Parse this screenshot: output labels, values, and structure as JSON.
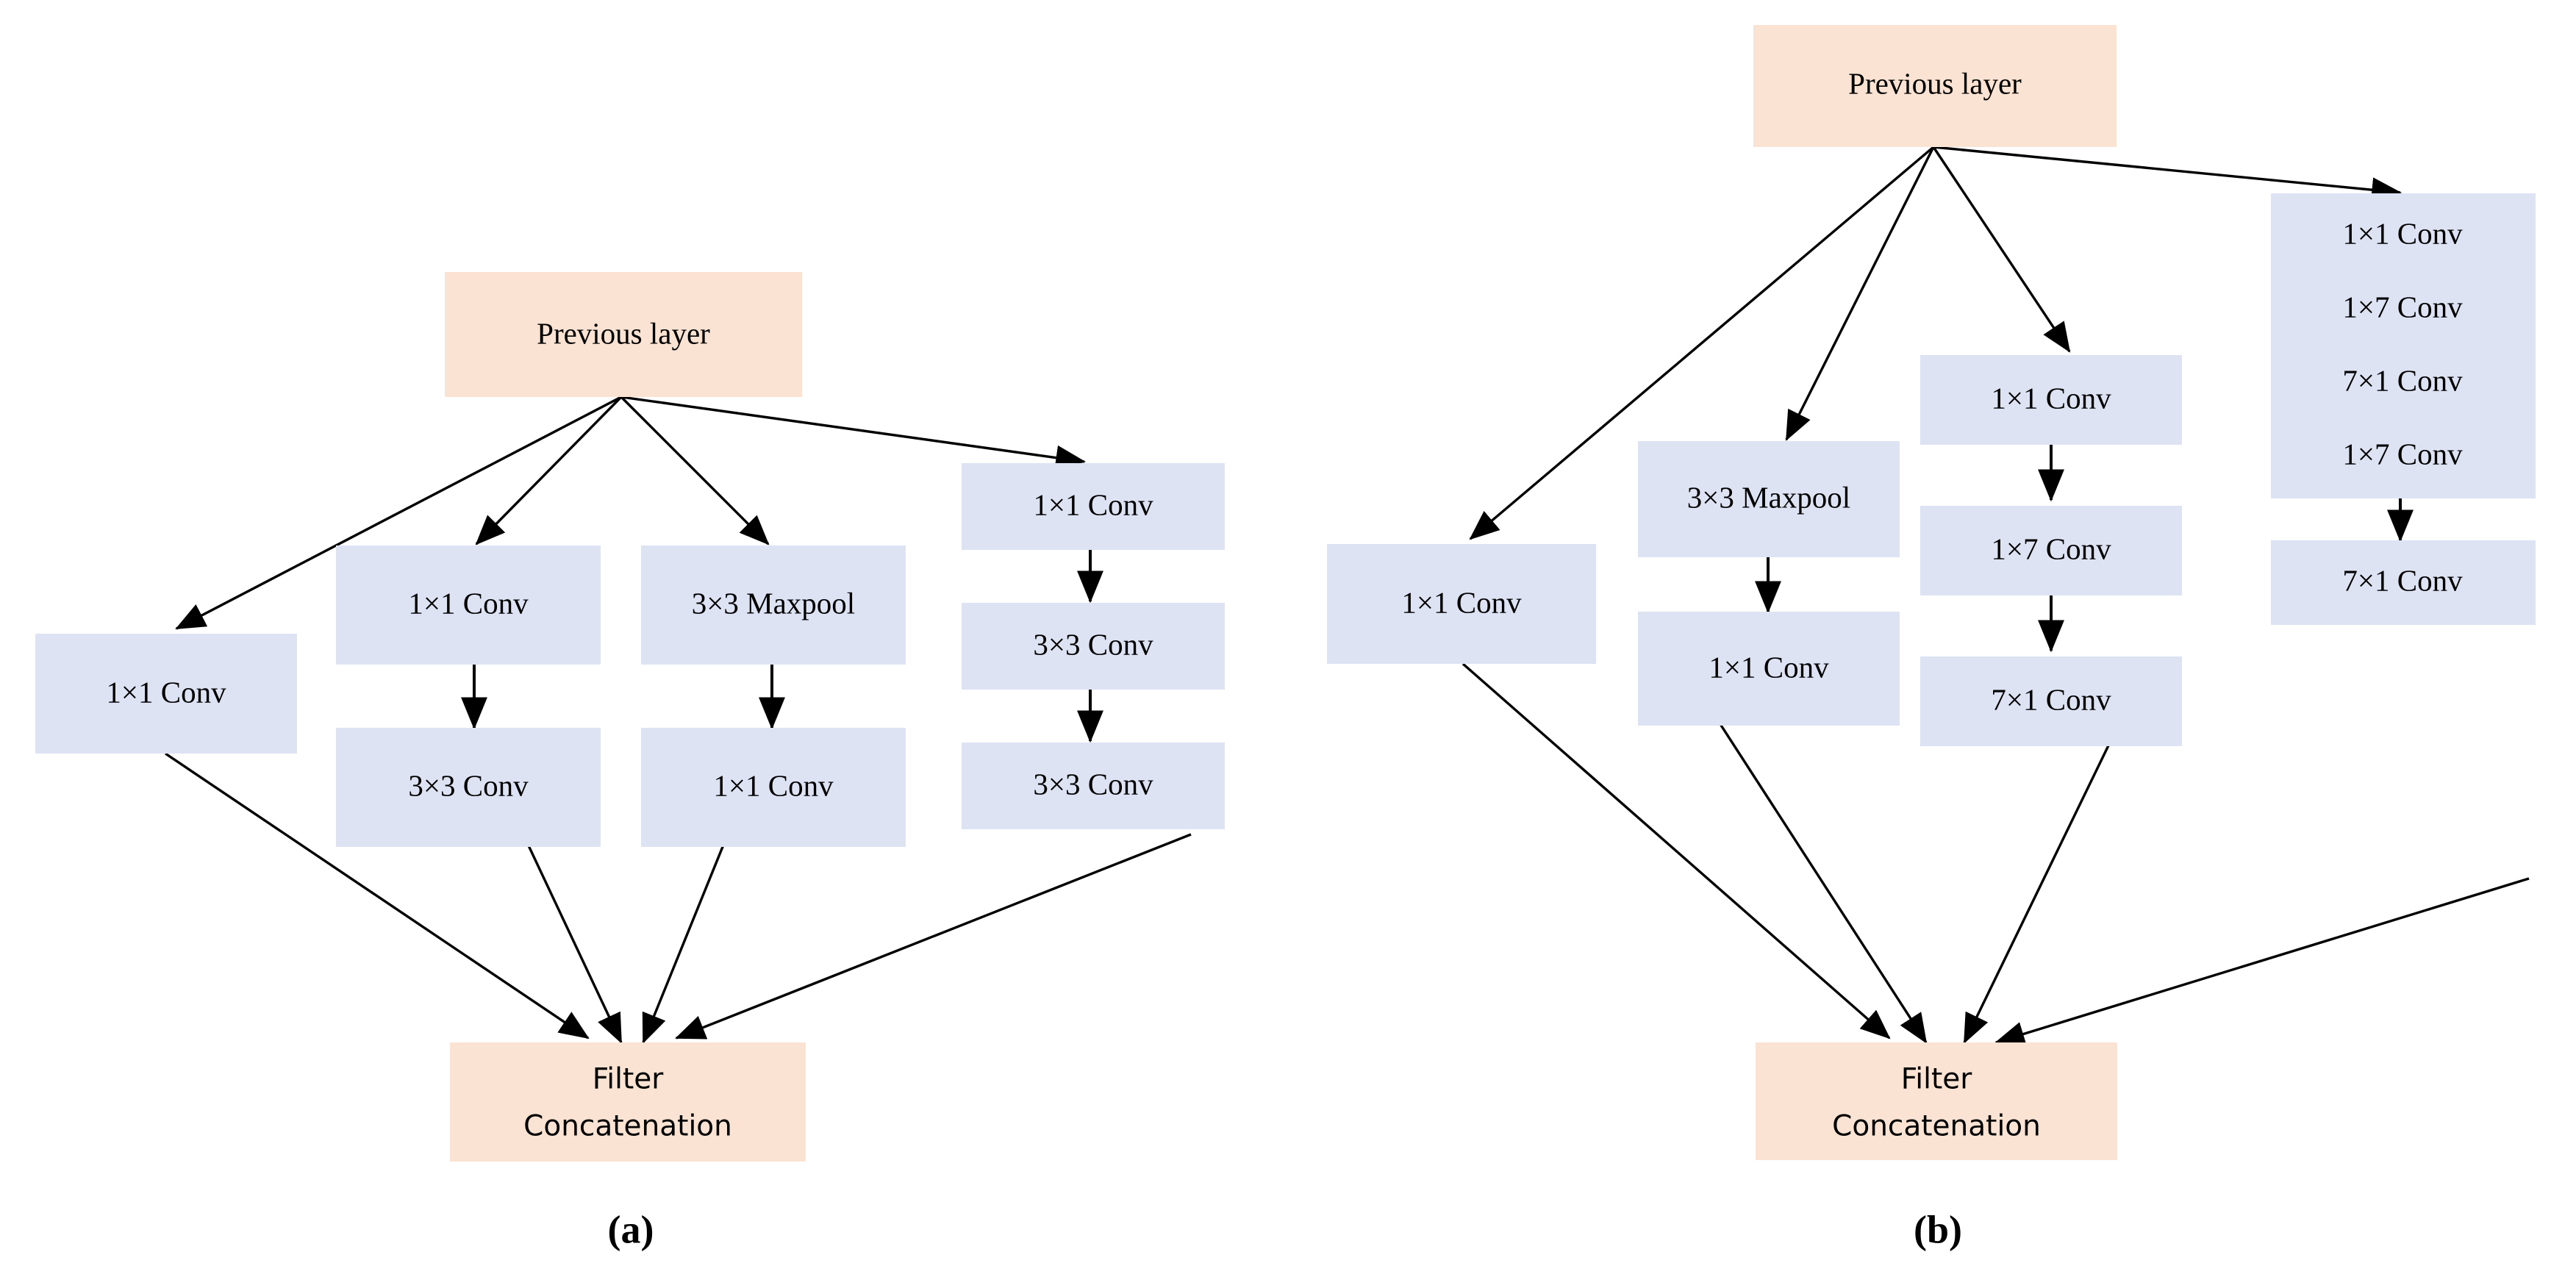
{
  "figure": {
    "background_color": "#ffffff",
    "accent_peach": "#FAE3D2",
    "accent_blue": "#DEE3F4",
    "line_color": "#000000",
    "panels": [
      {
        "caption": "(a)",
        "source_node": {
          "label": "Previous layer"
        },
        "sink_node": {
          "label": "Filter\nConcatenation",
          "line1": "Filter",
          "line2": "Concatenation"
        },
        "branches": [
          {
            "name": "branch-1",
            "nodes": [
              {
                "label": "1×1 Conv"
              }
            ]
          },
          {
            "name": "branch-2",
            "nodes": [
              {
                "label": "1×1 Conv"
              },
              {
                "label": "3×3 Conv"
              }
            ]
          },
          {
            "name": "branch-3",
            "nodes": [
              {
                "label": "3×3 Maxpool"
              },
              {
                "label": "1×1 Conv"
              }
            ]
          },
          {
            "name": "branch-4",
            "nodes": [
              {
                "label": "1×1 Conv"
              },
              {
                "label": "3×3 Conv"
              },
              {
                "label": "3×3 Conv"
              }
            ]
          }
        ]
      },
      {
        "caption": "(b)",
        "source_node": {
          "label": "Previous layer"
        },
        "sink_node": {
          "label": "Filter\nConcatenation",
          "line1": "Filter",
          "line2": "Concatenation"
        },
        "branches": [
          {
            "name": "branch-1",
            "nodes": [
              {
                "label": "1×1 Conv"
              }
            ]
          },
          {
            "name": "branch-2",
            "nodes": [
              {
                "label": "3×3 Maxpool"
              },
              {
                "label": "1×1 Conv"
              }
            ]
          },
          {
            "name": "branch-3",
            "nodes": [
              {
                "label": "1×1 Conv"
              },
              {
                "label": "1×7 Conv"
              },
              {
                "label": "7×1 Conv"
              }
            ]
          },
          {
            "name": "branch-4",
            "nodes": [
              {
                "label": "1×1 Conv"
              },
              {
                "label": "1×7 Conv"
              },
              {
                "label": "7×1 Conv"
              },
              {
                "label": "1×7 Conv"
              },
              {
                "label": "7×1 Conv"
              }
            ]
          }
        ]
      }
    ]
  },
  "panel_a": {
    "caption": "(a)",
    "previous_layer": "Previous layer",
    "filter_concat_line1": "Filter",
    "filter_concat_line2": "Concatenation",
    "b1_n1": "1×1 Conv",
    "b2_n1": "1×1 Conv",
    "b2_n2": "3×3 Conv",
    "b3_n1": "3×3 Maxpool",
    "b3_n2": "1×1 Conv",
    "b4_n1": "1×1 Conv",
    "b4_n2": "3×3 Conv",
    "b4_n3": "3×3 Conv"
  },
  "panel_b": {
    "caption": "(b)",
    "previous_layer": "Previous layer",
    "filter_concat_line1": "Filter",
    "filter_concat_line2": "Concatenation",
    "b1_n1": "1×1 Conv",
    "b2_n1": "3×3 Maxpool",
    "b2_n2": "1×1 Conv",
    "b3_n1": "1×1 Conv",
    "b3_n2": "1×7 Conv",
    "b3_n3": "7×1 Conv",
    "b4_n1": "1×1 Conv",
    "b4_n2": "1×7 Conv",
    "b4_n3": "7×1 Conv",
    "b4_n4": "1×7 Conv",
    "b4_n5": "7×1 Conv"
  }
}
